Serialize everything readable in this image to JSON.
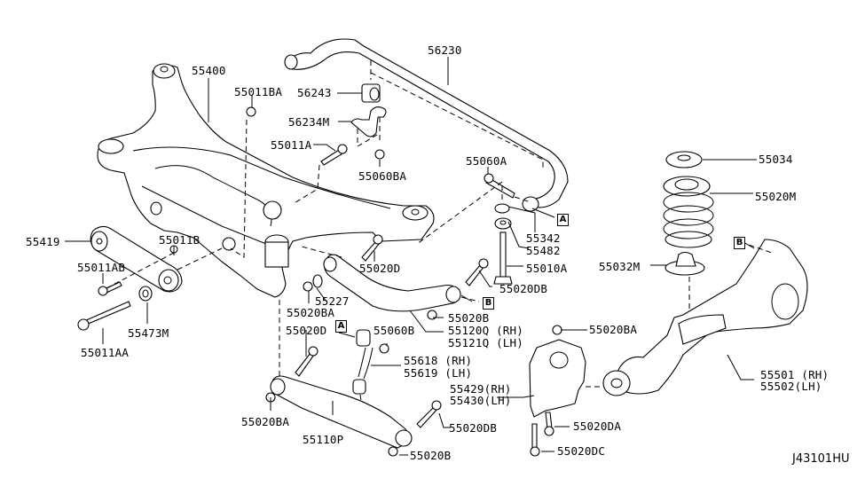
{
  "diagram": {
    "title": "Rear Suspension Member / Stabilizer / Links exploded parts diagram",
    "code": "J43101HU",
    "parts": [
      {
        "id": "55400",
        "text": "55400",
        "name": "rear-suspension-member"
      },
      {
        "id": "55011BA",
        "text": "55011BA",
        "name": "nut"
      },
      {
        "id": "56230",
        "text": "56230",
        "name": "rear-stabilizer-bar"
      },
      {
        "id": "56243",
        "text": "56243",
        "name": "stabilizer-bushing"
      },
      {
        "id": "56234M",
        "text": "56234M",
        "name": "stabilizer-clamp"
      },
      {
        "id": "55011A",
        "text": "55011A",
        "name": "bolt"
      },
      {
        "id": "55060BA",
        "text": "55060BA",
        "name": "nut"
      },
      {
        "id": "55060A",
        "text": "55060A",
        "name": "bolt"
      },
      {
        "id": "55034",
        "text": "55034",
        "name": "spring-upper-seat"
      },
      {
        "id": "55020M",
        "text": "55020M",
        "name": "coil-spring"
      },
      {
        "id": "55342",
        "text": "55342",
        "name": "washer"
      },
      {
        "id": "55482",
        "text": "55482",
        "name": "bushing"
      },
      {
        "id": "55010A",
        "text": "55010A",
        "name": "bolt"
      },
      {
        "id": "55032M",
        "text": "55032M",
        "name": "spring-lower-seat"
      },
      {
        "id": "55419",
        "text": "55419",
        "name": "member-stay"
      },
      {
        "id": "55011B",
        "text": "55011B",
        "name": "nut"
      },
      {
        "id": "55011AB",
        "text": "55011AB",
        "name": "bolt"
      },
      {
        "id": "55473M",
        "text": "55473M",
        "name": "washer"
      },
      {
        "id": "55011AA",
        "text": "55011AA",
        "name": "bolt"
      },
      {
        "id": "55020D_upper",
        "text": "55020D",
        "name": "bolt"
      },
      {
        "id": "55227",
        "text": "55227",
        "name": "adjusting-bolt-washer"
      },
      {
        "id": "55020DB_upper",
        "text": "55020DB",
        "name": "bolt"
      },
      {
        "id": "55020BA_mid",
        "text": "55020BA",
        "name": "nut"
      },
      {
        "id": "55020B_upper",
        "text": "55020B",
        "name": "nut"
      },
      {
        "id": "55120Q",
        "text": "55120Q (RH)",
        "name": "upper-link-rh"
      },
      {
        "id": "55121Q",
        "text": "55121Q (LH)",
        "name": "upper-link-lh"
      },
      {
        "id": "55020D_lower",
        "text": "55020D",
        "name": "bolt"
      },
      {
        "id": "55060B",
        "text": "55060B",
        "name": "nut"
      },
      {
        "id": "55020BA_right",
        "text": "55020BA",
        "name": "nut"
      },
      {
        "id": "55618",
        "text": "55618 (RH)",
        "name": "stabilizer-link-rh"
      },
      {
        "id": "55619",
        "text": "55619 (LH)",
        "name": "stabilizer-link-lh"
      },
      {
        "id": "55429",
        "text": "55429(RH)",
        "name": "lower-link-bracket-rh"
      },
      {
        "id": "55430",
        "text": "55430(LH)",
        "name": "lower-link-bracket-lh"
      },
      {
        "id": "55501",
        "text": "55501 (RH)",
        "name": "trailing-arm-rh"
      },
      {
        "id": "55502",
        "text": "55502(LH)",
        "name": "trailing-arm-lh"
      },
      {
        "id": "55020BA_lower",
        "text": "55020BA",
        "name": "nut"
      },
      {
        "id": "55110P",
        "text": "55110P",
        "name": "lower-link"
      },
      {
        "id": "55020DB_lower",
        "text": "55020DB",
        "name": "bolt"
      },
      {
        "id": "55020B_lower",
        "text": "55020B",
        "name": "nut"
      },
      {
        "id": "55020DA",
        "text": "55020DA",
        "name": "bolt"
      },
      {
        "id": "55020DC",
        "text": "55020DC",
        "name": "bolt"
      }
    ],
    "refs": {
      "A": "A",
      "B": "B"
    }
  }
}
